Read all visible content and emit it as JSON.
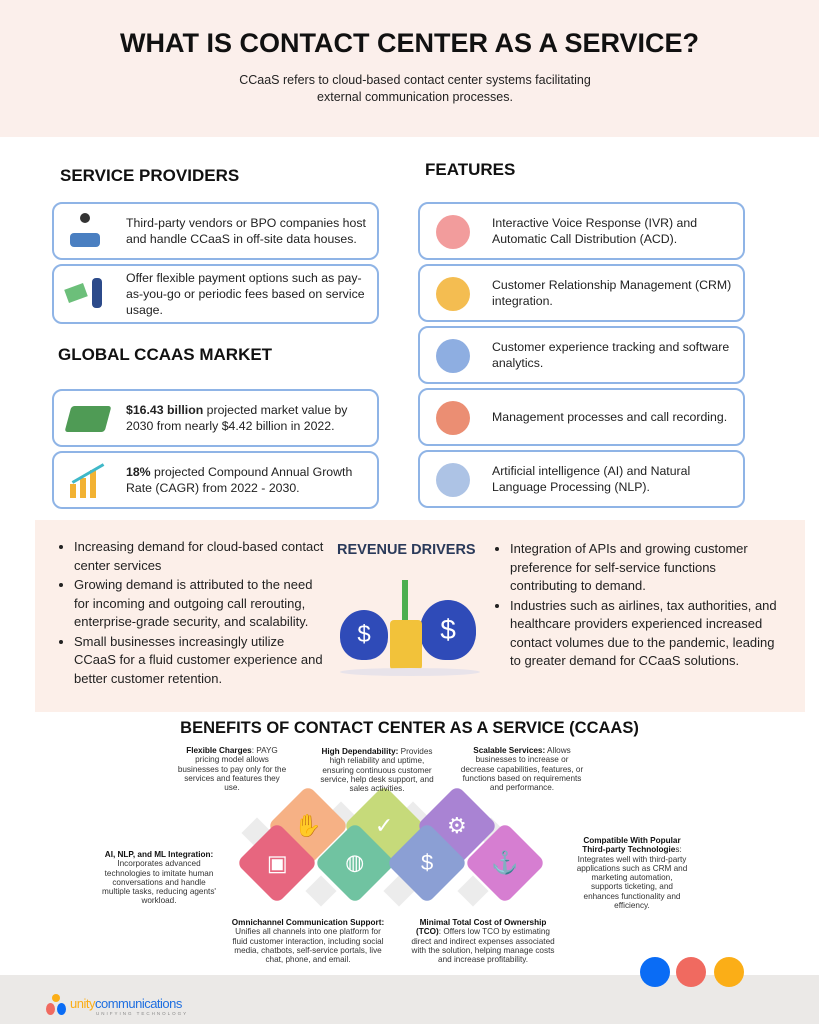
{
  "header": {
    "title": "WHAT IS CONTACT CENTER AS A SERVICE?",
    "subtitle": "CCaaS refers to cloud-based contact center systems facilitating external communication processes."
  },
  "service_providers": {
    "heading": "SERVICE PROVIDERS",
    "items": [
      {
        "icon": "outsourcing-icon",
        "text": "Third-party vendors or BPO companies host and handle CCaaS in off-site data houses."
      },
      {
        "icon": "payment-icon",
        "text": "Offer flexible payment options such as pay-as-you-go or periodic fees based on service usage."
      }
    ]
  },
  "market": {
    "heading": "GLOBAL CCAAS MARKET",
    "items": [
      {
        "icon": "money-stack-icon",
        "bold": "$16.43 billion",
        "text": " projected market value by 2030 from nearly $4.42 billion in 2022."
      },
      {
        "icon": "growth-chart-icon",
        "bold": "18%",
        "text": " projected Compound Annual Growth Rate (CAGR) from 2022 - 2030."
      }
    ]
  },
  "features": {
    "heading": "FEATURES",
    "items": [
      {
        "icon": "ivr-agent-icon",
        "text": "Interactive Voice Response (IVR) and Automatic Call Distribution (ACD)."
      },
      {
        "icon": "crm-icon",
        "text": "Customer Relationship Management (CRM) integration."
      },
      {
        "icon": "analytics-icon",
        "text": "Customer experience tracking and software analytics."
      },
      {
        "icon": "call-recording-icon",
        "text": "Management processes and call recording."
      },
      {
        "icon": "ai-brain-icon",
        "text": "Artificial intelligence (AI) and Natural Language Processing (NLP)."
      }
    ]
  },
  "revenue": {
    "heading": "REVENUE DRIVERS",
    "left": [
      "Increasing demand for cloud-based contact center services",
      "Growing demand is attributed to the need for incoming and outgoing call rerouting, enterprise-grade security, and scalability.",
      "Small businesses increasingly utilize CCaaS for a fluid customer experience and better customer retention."
    ],
    "right": [
      "Integration of APIs and growing customer preference for self-service functions contributing to demand.",
      "Industries such as airlines, tax authorities, and healthcare providers experienced increased contact volumes due to the pandemic, leading to greater demand for CCaaS solutions."
    ]
  },
  "benefits": {
    "heading": "BENEFITS OF CONTACT CENTER AS A SERVICE (CCAAS)",
    "items": [
      {
        "title": "Flexible Charges",
        "text": ": PAYG pricing model allows businesses to pay only for the services and features they use."
      },
      {
        "title": "High Dependability:",
        "text": " Provides high reliability and uptime, ensuring continuous customer service, help desk support, and sales activities."
      },
      {
        "title": "Scalable Services:",
        "text": " Allows businesses to increase or decrease capabilities, features, or functions based on requirements and performance."
      },
      {
        "title": "AI, NLP, and ML Integration:",
        "text": " Incorporates advanced technologies to imitate human conversations and handle multiple tasks, reducing agents' workload."
      },
      {
        "title": "Compatible With Popular Third-party Technologie",
        "text": "s: Integrates well with third-party applications such as CRM and marketing automation, supports ticketing, and enhances functionality and efficiency."
      },
      {
        "title": "Omnichannel Communication Support:",
        "text": " Unifies all channels into one platform for fluid customer interaction, including social media, chatbots, self-service portals, live chat, phone, and email."
      },
      {
        "title": "Minimal Total Cost of Ownership (TCO)",
        "text": ": Offers low TCO by estimating direct and indirect expenses associated with the solution, helping manage costs and increase profitability."
      }
    ]
  },
  "footer": {
    "brand_a": "unity",
    "brand_b": "communications",
    "tagline": "UNIFYING TECHNOLOGY"
  },
  "colors": {
    "card_border": "#8fb4e6",
    "header_bg": "#fbefeb",
    "dots": [
      "#0a6cf5",
      "#f06a60",
      "#fbae17"
    ]
  }
}
